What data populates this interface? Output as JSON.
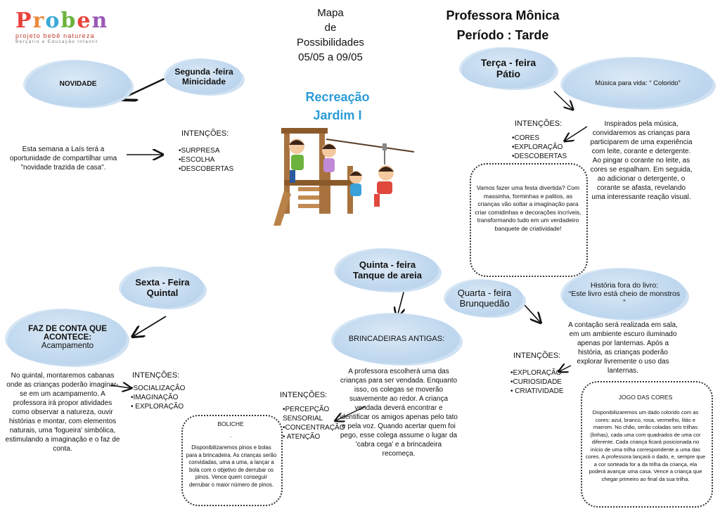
{
  "logo": {
    "letters": [
      "P",
      "r",
      "o",
      "b",
      "e",
      "n"
    ],
    "colors": [
      "#e8423c",
      "#e88a3c",
      "#3aa8d8",
      "#6cb33e",
      "#e8423c",
      "#9b59b6"
    ],
    "line1": "projeto bebê natureza",
    "line2": "Berçário e Educação Infantil"
  },
  "header": {
    "mapa": [
      "Mapa",
      "de",
      "Possibilidades",
      "05/05 a 09/05"
    ],
    "professora": "Professora Mônica",
    "periodo": "Período : Tarde",
    "recreacao": "Recreação",
    "turma": "Jardim I"
  },
  "monday": {
    "day": "Segunda -feira",
    "place": "Minicidade",
    "activity": "NOVIDADE",
    "description": "Esta semana a Laís terá a oportunidade de compartilhar uma \"novidade trazida de casa\".",
    "intentions_title": "INTENÇÕES:",
    "intentions": [
      "•SURPRESA",
      "•ESCOLHA",
      "•DESCOBERTAS"
    ]
  },
  "tuesday": {
    "day": "Terça - feira",
    "place": "Pátio",
    "activity": "Música para vida: “ Colorido”",
    "description": "Inspirados pela música, convidaremos as crianças para participarem de uma experiência com leite, corante e detergente. Ao pingar o corante no leite, as cores se espalham. Em seguida, ao adicionar o detergente, o corante se afasta, revelando uma interessante reação visual.",
    "intentions_title": "INTENÇÕES:",
    "intentions": [
      "•CORES",
      "•EXPLORAÇÃO",
      "•DESCOBERTAS"
    ],
    "extra": "Vamos fazer uma festa divertida? Com massinha, forminhas e palitos, as crianças vão soltar a imaginação para criar comidinhas e decorações incríveis, transformando tudo em um verdadeiro banquete de criatividade!"
  },
  "wednesday": {
    "day": "Quarta - feira",
    "place": "Brunquedão",
    "activity_line1": "História fora do livro:",
    "activity_line2": "“Este livro está cheio de monstros “",
    "description": "A contação será realizada em sala, em um ambiente escuro iluminado apenas por lanternas. Após a história, as crianças poderão explorar livremente o uso das lanternas.",
    "intentions_title": "INTENÇÕES:",
    "intentions": [
      "•EXPLORAÇÃO",
      "•CURIOSIDADE",
      "• CRIATIVIDADE"
    ],
    "extra_title": "JOGO DAS CORES",
    "extra": "Disponibilizaremos um dado colorido com as cores: azul, branco, rosa, vermelho, lilás e marrom. No chão, serão coladas seis trilhas (linhas), cada uma com quadrados de uma cor diferente. Cada criança ficará posicionada no início de uma trilha correspondente a uma das cores. A professora lançará o dado, e, sempre que a cor sorteada for a da trilha da criança, ela poderá avançar uma casa. Vence a criança que chegar primeiro ao final da sua trilha."
  },
  "thursday": {
    "day": "Quinta - feira",
    "place": "Tanque de areia",
    "activity": "BRINCADEIRAS ANTIGAS:",
    "description": "A professora escolherá uma das crianças para ser vendada. Enquanto isso, os colegas se moverão suavemente ao redor. A criança vendada deverá encontrar e identificar os amigos apenas pelo tato e pela voz. Quando acertar quem foi pego, esse colega assume o lugar da 'cabra cega' e a brincadeira recomeça.",
    "intentions_title": "INTENÇÕES:",
    "intentions": [
      "•PERCEPÇÃO",
      "SENSORIAL",
      "•CONCENTRAÇÃO",
      "• ATENÇÃO"
    ]
  },
  "friday": {
    "day": "Sexta - Feira",
    "place": "Quintal",
    "activity_line1": "FAZ DE CONTA QUE ACONTECE:",
    "activity_line2": "Acampamento",
    "description": "No quintal, montaremos cabanas onde as crianças poderão imaginar-se em um acampamento. A professora irá propor atividades como observar a natureza, ouvir histórias e montar, com elementos naturais, uma 'fogueira' simbólica, estimulando a imaginação e o faz de conta.",
    "intentions_title": "INTENÇÕES:",
    "intentions": [
      "•SOCIALIZAÇÃO",
      "•IMAGINAÇÃO",
      " • EXPLORAÇÃO"
    ],
    "extra_title": "BOLICHE",
    "extra_dot": ".",
    "extra": "Disponibilizaremos pinos e bolas para a brincadeira. As crianças serão convidadas, uma a uma, a lançar a bola com o objetivo de derrubar os pinos. Vence quem conseguir derrubar o maior número de pinos."
  },
  "icons": [
    "playground-illustration",
    "arrow-icon"
  ],
  "colors": {
    "cloud": "#c2d9ef",
    "accent_blue": "#2b9bd6",
    "text": "#111111"
  }
}
